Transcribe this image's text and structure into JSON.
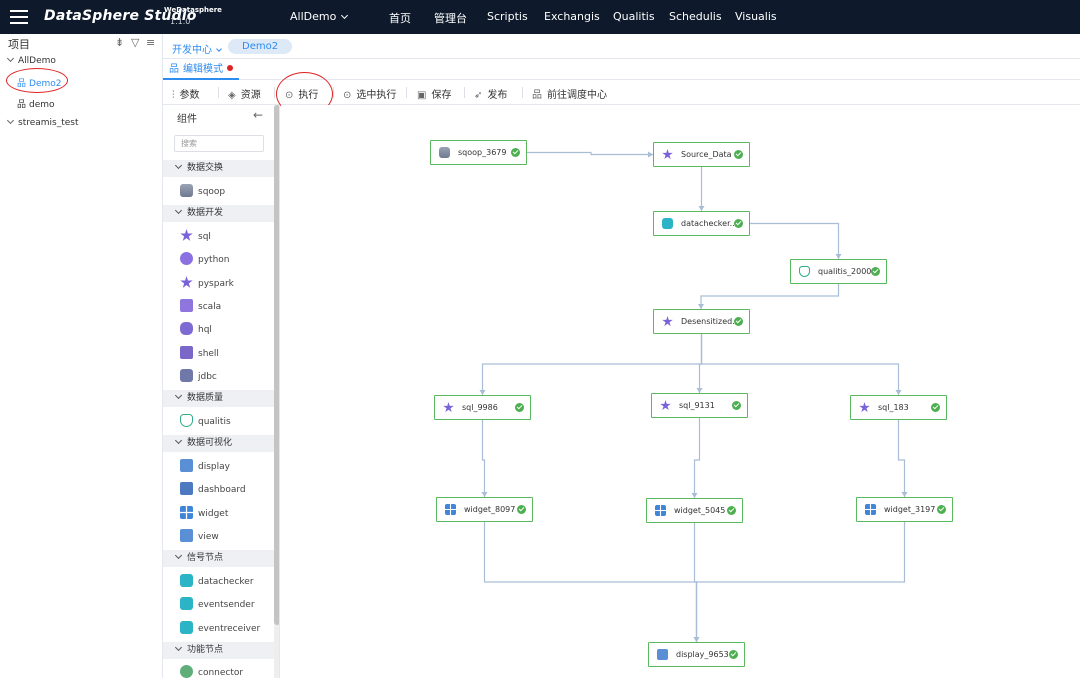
{
  "header": {
    "logo": "DataSphere Studio",
    "logo_sup": "WeDatasphere",
    "version": "1.1.0",
    "workspace": "AllDemo",
    "nav": [
      "首页",
      "管理台",
      "Scriptis",
      "Exchangis",
      "Qualitis",
      "Schedulis",
      "Visualis"
    ]
  },
  "project_panel": {
    "title": "项目",
    "tree": {
      "root": "AllDemo",
      "children": [
        "Demo2",
        "demo"
      ],
      "other": "streamis_test"
    }
  },
  "breadcrumb": {
    "dev_center": "开发中心",
    "current": "Demo2"
  },
  "tab": {
    "label": "编辑模式"
  },
  "toolbar": {
    "params": "参数",
    "resources": "资源",
    "run": "执行",
    "run_selected": "选中执行",
    "save": "保存",
    "publish": "发布",
    "goto_scheduler": "前往调度中心"
  },
  "components": {
    "title": "组件",
    "search_placeholder": "搜索",
    "categories": [
      {
        "name": "数据交换",
        "items": [
          "sqoop"
        ]
      },
      {
        "name": "数据开发",
        "items": [
          "sql",
          "python",
          "pyspark",
          "scala",
          "hql",
          "shell",
          "jdbc"
        ]
      },
      {
        "name": "数据质量",
        "items": [
          "qualitis"
        ]
      },
      {
        "name": "数据可视化",
        "items": [
          "display",
          "dashboard",
          "widget",
          "view"
        ]
      },
      {
        "name": "信号节点",
        "items": [
          "datachecker",
          "eventsender",
          "eventreceiver"
        ]
      },
      {
        "name": "功能节点",
        "items": [
          "connector"
        ]
      }
    ]
  },
  "workflow": {
    "nodes": [
      {
        "id": "sqoop",
        "label": "sqoop_3679",
        "status": "success",
        "icon": "database-icon"
      },
      {
        "id": "source",
        "label": "Source_Data",
        "status": "success",
        "icon": "star-icon"
      },
      {
        "id": "checker",
        "label": "datachecker...",
        "status": "success",
        "icon": "datachecker-icon"
      },
      {
        "id": "qualitis",
        "label": "qualitis_2000",
        "status": "success",
        "icon": "shield-icon"
      },
      {
        "id": "desens",
        "label": "Desensitized...",
        "status": "success",
        "icon": "star-icon"
      },
      {
        "id": "sql1",
        "label": "sql_9986",
        "status": "success",
        "icon": "star-icon"
      },
      {
        "id": "sql2",
        "label": "sql_9131",
        "status": "success",
        "icon": "star-icon"
      },
      {
        "id": "sql3",
        "label": "sql_183",
        "status": "success",
        "icon": "star-icon"
      },
      {
        "id": "w1",
        "label": "widget_8097",
        "status": "success",
        "icon": "widget-icon"
      },
      {
        "id": "w2",
        "label": "widget_5045",
        "status": "success",
        "icon": "widget-icon"
      },
      {
        "id": "w3",
        "label": "widget_3197",
        "status": "success",
        "icon": "widget-icon"
      },
      {
        "id": "disp",
        "label": "display_9653",
        "status": "success",
        "icon": "monitor-icon"
      }
    ],
    "edges": [
      [
        "sqoop",
        "source"
      ],
      [
        "source",
        "checker"
      ],
      [
        "checker",
        "qualitis"
      ],
      [
        "qualitis",
        "desens"
      ],
      [
        "desens",
        "sql1"
      ],
      [
        "desens",
        "sql2"
      ],
      [
        "desens",
        "sql3"
      ],
      [
        "sql1",
        "w1"
      ],
      [
        "sql2",
        "w2"
      ],
      [
        "sql3",
        "w3"
      ],
      [
        "w1",
        "disp"
      ],
      [
        "w2",
        "disp"
      ],
      [
        "w3",
        "disp"
      ]
    ]
  },
  "colors": {
    "accent": "#2d8cf0",
    "topbar": "#0e1a2b",
    "node_border": "#5cb85c",
    "success": "#4caf50",
    "edge": "#a9bdd6",
    "annotation": "#e02424"
  }
}
